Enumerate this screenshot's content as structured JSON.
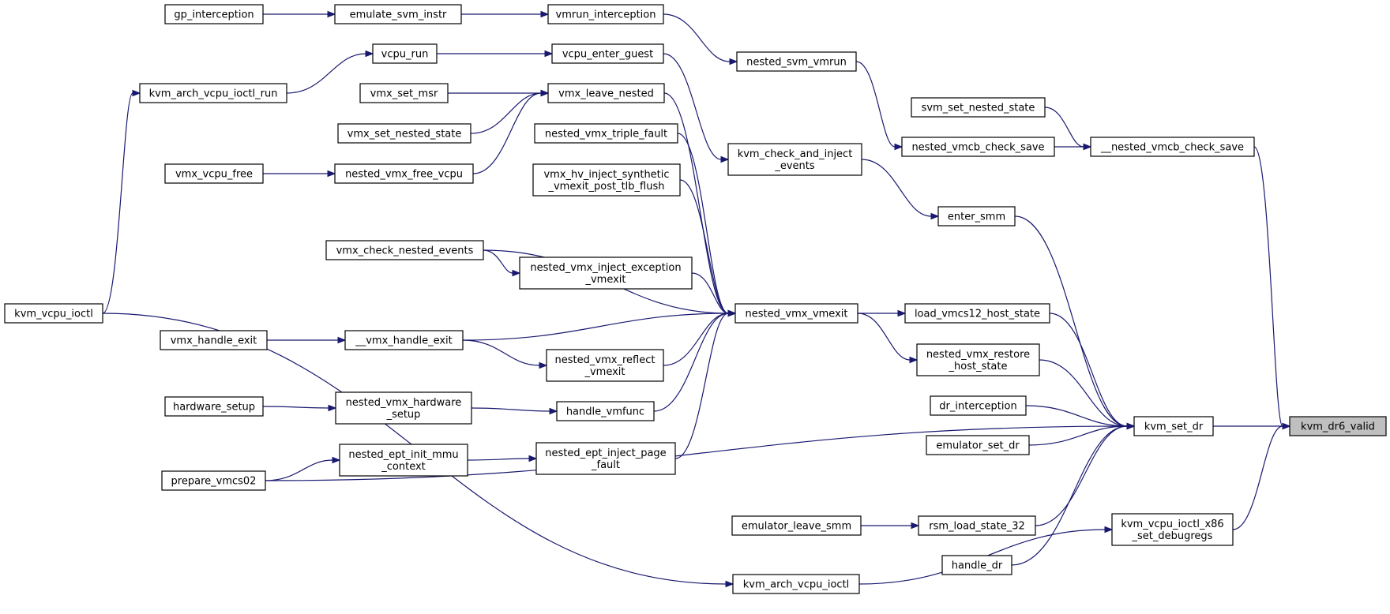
{
  "graph": {
    "type": "call-graph",
    "direction": "right-to-left",
    "colors": {
      "edge": "#191970",
      "node_border": "#000000",
      "node_fill": "#ffffff",
      "root_fill": "#bfbfbf"
    },
    "nodes": [
      {
        "id": "kvm_dr6_valid",
        "lines": [
          "kvm_dr6_valid"
        ],
        "root": true
      },
      {
        "id": "kvm_set_dr",
        "lines": [
          "kvm_set_dr"
        ]
      },
      {
        "id": "kvm_vcpu_ioctl_x86_set_debugregs",
        "lines": [
          "kvm_vcpu_ioctl_x86",
          "_set_debugregs"
        ]
      },
      {
        "id": "__nested_vmcb_check_save",
        "lines": [
          "__nested_vmcb_check_save"
        ]
      },
      {
        "id": "svm_set_nested_state",
        "lines": [
          "svm_set_nested_state"
        ]
      },
      {
        "id": "nested_vmcb_check_save",
        "lines": [
          "nested_vmcb_check_save"
        ]
      },
      {
        "id": "nested_svm_vmrun",
        "lines": [
          "nested_svm_vmrun"
        ]
      },
      {
        "id": "vmrun_interception",
        "lines": [
          "vmrun_interception"
        ]
      },
      {
        "id": "emulate_svm_instr",
        "lines": [
          "emulate_svm_instr"
        ]
      },
      {
        "id": "gp_interception",
        "lines": [
          "gp_interception"
        ]
      },
      {
        "id": "load_vmcs12_host_state",
        "lines": [
          "load_vmcs12_host_state"
        ]
      },
      {
        "id": "nested_vmx_restore_host_state",
        "lines": [
          "nested_vmx_restore",
          "_host_state"
        ]
      },
      {
        "id": "nested_vmx_vmexit",
        "lines": [
          "nested_vmx_vmexit"
        ]
      },
      {
        "id": "enter_smm",
        "lines": [
          "enter_smm"
        ]
      },
      {
        "id": "kvm_check_and_inject_events",
        "lines": [
          "kvm_check_and_inject",
          "_events"
        ]
      },
      {
        "id": "vcpu_enter_guest",
        "lines": [
          "vcpu_enter_guest"
        ]
      },
      {
        "id": "vcpu_run",
        "lines": [
          "vcpu_run"
        ]
      },
      {
        "id": "kvm_arch_vcpu_ioctl_run",
        "lines": [
          "kvm_arch_vcpu_ioctl_run"
        ]
      },
      {
        "id": "kvm_vcpu_ioctl",
        "lines": [
          "kvm_vcpu_ioctl"
        ]
      },
      {
        "id": "vmx_leave_nested",
        "lines": [
          "vmx_leave_nested"
        ]
      },
      {
        "id": "vmx_set_msr",
        "lines": [
          "vmx_set_msr"
        ]
      },
      {
        "id": "vmx_set_nested_state",
        "lines": [
          "vmx_set_nested_state"
        ]
      },
      {
        "id": "nested_vmx_free_vcpu",
        "lines": [
          "nested_vmx_free_vcpu"
        ]
      },
      {
        "id": "vmx_vcpu_free",
        "lines": [
          "vmx_vcpu_free"
        ]
      },
      {
        "id": "nested_vmx_triple_fault",
        "lines": [
          "nested_vmx_triple_fault"
        ]
      },
      {
        "id": "vmx_hv_inject_synthetic_vmexit_post_tlb_flush",
        "lines": [
          "vmx_hv_inject_synthetic",
          "_vmexit_post_tlb_flush"
        ]
      },
      {
        "id": "vmx_check_nested_events",
        "lines": [
          "vmx_check_nested_events"
        ]
      },
      {
        "id": "nested_vmx_inject_exception_vmexit",
        "lines": [
          "nested_vmx_inject_exception",
          "_vmexit"
        ]
      },
      {
        "id": "__vmx_handle_exit",
        "lines": [
          "__vmx_handle_exit"
        ]
      },
      {
        "id": "vmx_handle_exit",
        "lines": [
          "vmx_handle_exit"
        ]
      },
      {
        "id": "nested_vmx_reflect_vmexit",
        "lines": [
          "nested_vmx_reflect",
          "_vmexit"
        ]
      },
      {
        "id": "handle_vmfunc",
        "lines": [
          "handle_vmfunc"
        ]
      },
      {
        "id": "nested_vmx_hardware_setup",
        "lines": [
          "nested_vmx_hardware",
          "_setup"
        ]
      },
      {
        "id": "hardware_setup",
        "lines": [
          "hardware_setup"
        ]
      },
      {
        "id": "nested_ept_inject_page_fault",
        "lines": [
          "nested_ept_inject_page",
          "_fault"
        ]
      },
      {
        "id": "nested_ept_init_mmu_context",
        "lines": [
          "nested_ept_init_mmu",
          "_context"
        ]
      },
      {
        "id": "prepare_vmcs02",
        "lines": [
          "prepare_vmcs02"
        ]
      },
      {
        "id": "dr_interception",
        "lines": [
          "dr_interception"
        ]
      },
      {
        "id": "emulator_set_dr",
        "lines": [
          "emulator_set_dr"
        ]
      },
      {
        "id": "rsm_load_state_32",
        "lines": [
          "rsm_load_state_32"
        ]
      },
      {
        "id": "emulator_leave_smm",
        "lines": [
          "emulator_leave_smm"
        ]
      },
      {
        "id": "handle_dr",
        "lines": [
          "handle_dr"
        ]
      },
      {
        "id": "kvm_arch_vcpu_ioctl",
        "lines": [
          "kvm_arch_vcpu_ioctl"
        ]
      }
    ],
    "edges": [
      {
        "from": "kvm_set_dr",
        "to": "kvm_dr6_valid"
      },
      {
        "from": "kvm_vcpu_ioctl_x86_set_debugregs",
        "to": "kvm_dr6_valid"
      },
      {
        "from": "__nested_vmcb_check_save",
        "to": "kvm_dr6_valid"
      },
      {
        "from": "svm_set_nested_state",
        "to": "__nested_vmcb_check_save"
      },
      {
        "from": "nested_vmcb_check_save",
        "to": "__nested_vmcb_check_save"
      },
      {
        "from": "nested_svm_vmrun",
        "to": "nested_vmcb_check_save"
      },
      {
        "from": "vmrun_interception",
        "to": "nested_svm_vmrun"
      },
      {
        "from": "emulate_svm_instr",
        "to": "vmrun_interception"
      },
      {
        "from": "gp_interception",
        "to": "emulate_svm_instr"
      },
      {
        "from": "load_vmcs12_host_state",
        "to": "kvm_set_dr"
      },
      {
        "from": "nested_vmx_restore_host_state",
        "to": "kvm_set_dr"
      },
      {
        "from": "enter_smm",
        "to": "kvm_set_dr"
      },
      {
        "from": "dr_interception",
        "to": "kvm_set_dr"
      },
      {
        "from": "emulator_set_dr",
        "to": "kvm_set_dr"
      },
      {
        "from": "prepare_vmcs02",
        "to": "kvm_set_dr"
      },
      {
        "from": "rsm_load_state_32",
        "to": "kvm_set_dr"
      },
      {
        "from": "handle_dr",
        "to": "kvm_set_dr"
      },
      {
        "from": "nested_vmx_vmexit",
        "to": "load_vmcs12_host_state"
      },
      {
        "from": "nested_vmx_vmexit",
        "to": "nested_vmx_restore_host_state"
      },
      {
        "from": "kvm_check_and_inject_events",
        "to": "enter_smm"
      },
      {
        "from": "vcpu_enter_guest",
        "to": "kvm_check_and_inject_events"
      },
      {
        "from": "vcpu_run",
        "to": "vcpu_enter_guest"
      },
      {
        "from": "kvm_arch_vcpu_ioctl_run",
        "to": "vcpu_run"
      },
      {
        "from": "kvm_vcpu_ioctl",
        "to": "kvm_arch_vcpu_ioctl_run"
      },
      {
        "from": "vmx_leave_nested",
        "to": "nested_vmx_vmexit"
      },
      {
        "from": "nested_vmx_triple_fault",
        "to": "nested_vmx_vmexit"
      },
      {
        "from": "vmx_hv_inject_synthetic_vmexit_post_tlb_flush",
        "to": "nested_vmx_vmexit"
      },
      {
        "from": "vmx_check_nested_events",
        "to": "nested_vmx_vmexit"
      },
      {
        "from": "nested_vmx_inject_exception_vmexit",
        "to": "nested_vmx_vmexit"
      },
      {
        "from": "__vmx_handle_exit",
        "to": "nested_vmx_vmexit"
      },
      {
        "from": "nested_vmx_reflect_vmexit",
        "to": "nested_vmx_vmexit"
      },
      {
        "from": "handle_vmfunc",
        "to": "nested_vmx_vmexit"
      },
      {
        "from": "nested_ept_inject_page_fault",
        "to": "nested_vmx_vmexit"
      },
      {
        "from": "vmx_set_msr",
        "to": "vmx_leave_nested"
      },
      {
        "from": "vmx_set_nested_state",
        "to": "vmx_leave_nested"
      },
      {
        "from": "nested_vmx_free_vcpu",
        "to": "vmx_leave_nested"
      },
      {
        "from": "vmx_vcpu_free",
        "to": "nested_vmx_free_vcpu"
      },
      {
        "from": "vmx_check_nested_events",
        "to": "nested_vmx_inject_exception_vmexit"
      },
      {
        "from": "vmx_handle_exit",
        "to": "__vmx_handle_exit"
      },
      {
        "from": "__vmx_handle_exit",
        "to": "nested_vmx_reflect_vmexit"
      },
      {
        "from": "nested_vmx_hardware_setup",
        "to": "handle_vmfunc"
      },
      {
        "from": "hardware_setup",
        "to": "nested_vmx_hardware_setup"
      },
      {
        "from": "nested_ept_init_mmu_context",
        "to": "nested_ept_inject_page_fault"
      },
      {
        "from": "prepare_vmcs02",
        "to": "nested_ept_init_mmu_context"
      },
      {
        "from": "emulator_leave_smm",
        "to": "rsm_load_state_32"
      },
      {
        "from": "kvm_arch_vcpu_ioctl",
        "to": "kvm_vcpu_ioctl_x86_set_debugregs"
      },
      {
        "from": "kvm_vcpu_ioctl",
        "to": "kvm_arch_vcpu_ioctl"
      }
    ]
  }
}
